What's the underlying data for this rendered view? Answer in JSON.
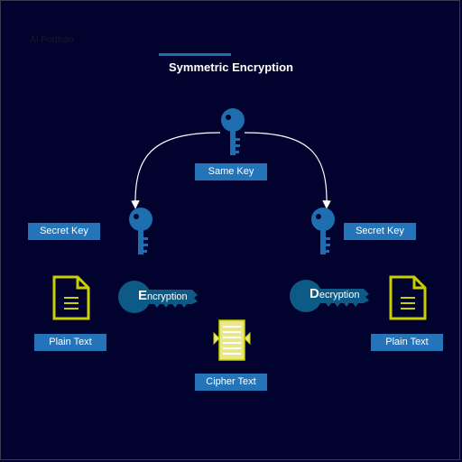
{
  "watermark": "AI Portfolio",
  "title": "Symmetric Encryption",
  "labels": {
    "same_key": "Same Key",
    "secret_key_left": "Secret Key",
    "secret_key_right": "Secret Key",
    "plain_text_left": "Plain Text",
    "plain_text_right": "Plain Text",
    "cipher_text": "Cipher Text"
  },
  "encryption": {
    "initial": "E",
    "rest": "ncryption"
  },
  "decryption": {
    "initial": "D",
    "rest": "ecryption"
  },
  "colors": {
    "background": "#02022f",
    "label_bg": "#2374b8",
    "key_blue": "#1f6fb0",
    "pill_blue": "#0d5a86",
    "document_yellow": "#c9cf00",
    "cipher_yellow": "#e8e88a"
  },
  "icons": [
    "key-icon",
    "document-icon",
    "cipher-document-icon"
  ]
}
